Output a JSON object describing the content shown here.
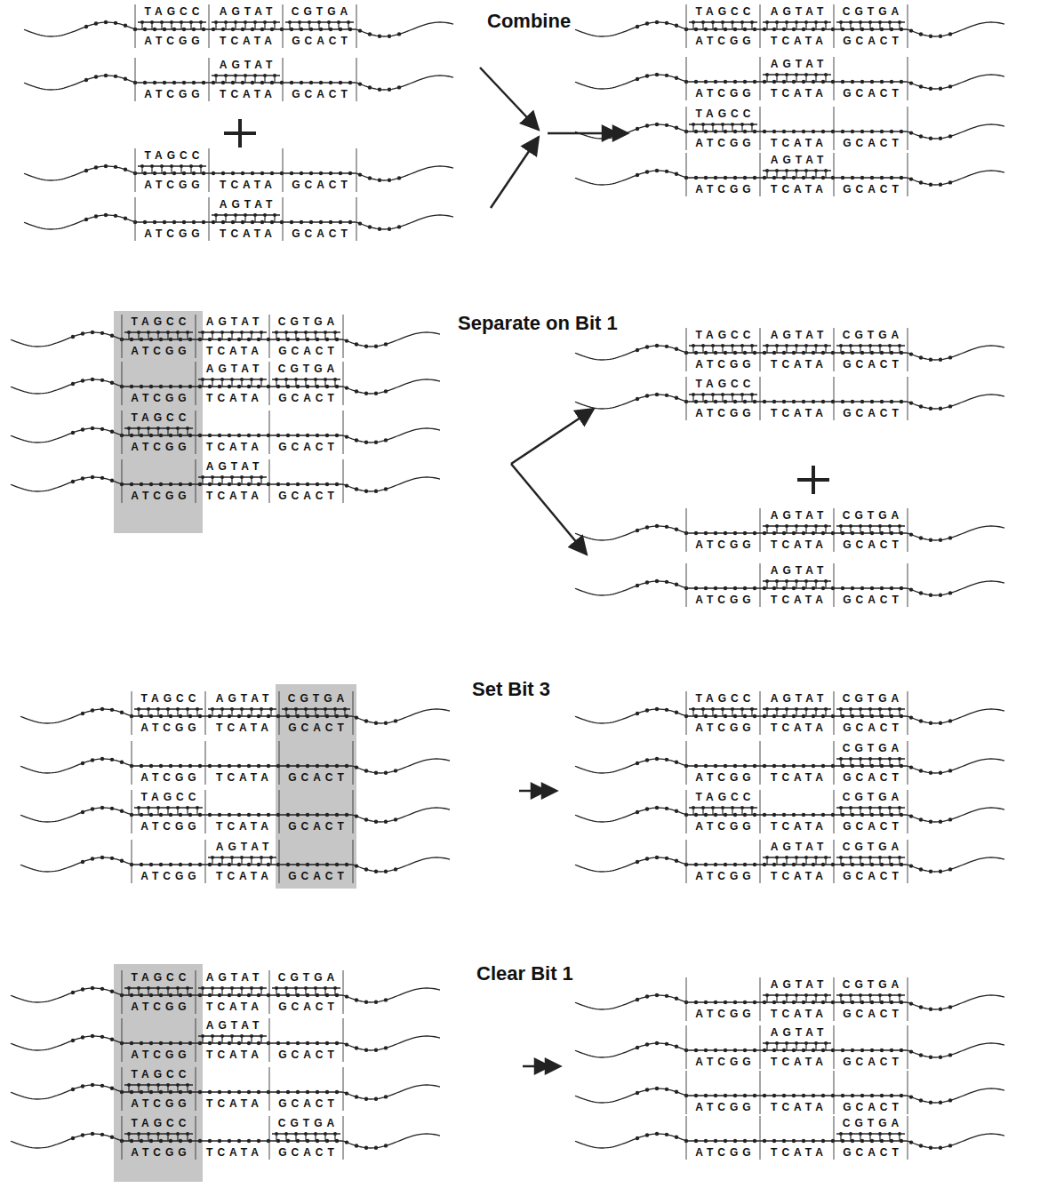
{
  "diagram": {
    "labels": [
      "Combine",
      "TAGCC",
      "AGTAT",
      "CGTGA",
      "ATCGG",
      "TCATA",
      "GCACT",
      "AGTAT",
      "ATCGG",
      "TCATA",
      "GCACT",
      "TAGCC",
      "ATCGG",
      "TCATA",
      "GCACT",
      "AGTAT",
      "ATCGG",
      "TCATA",
      "GCACT",
      "TAGCC",
      "AGTAT",
      "CGTGA",
      "ATCGG",
      "TCATA",
      "GCACT",
      "AGTAT",
      "ATCGG",
      "TCATA",
      "GCACT",
      "TAGCC",
      "ATCGG",
      "TCATA",
      "GCACT",
      "AGTAT",
      "ATCGG",
      "TCATA",
      "GCACT",
      "Separate on Bit 1",
      "TAGCC",
      "AGTAT",
      "CGTGA",
      "ATCGG",
      "TCATA",
      "GCACT",
      "AGTAT",
      "CGTGA",
      "ATCGG",
      "TCATA",
      "GCACT",
      "TAGCC",
      "ATCGG",
      "TCATA",
      "GCACT",
      "AGTAT",
      "ATCGG",
      "TCATA",
      "GCACT",
      "TAGCC",
      "AGTAT",
      "CGTGA",
      "ATCGG",
      "TCATA",
      "GCACT",
      "TAGCC",
      "ATCGG",
      "TCATA",
      "GCACT",
      "AGTAT",
      "CGTGA",
      "ATCGG",
      "TCATA",
      "GCACT",
      "AGTAT",
      "ATCGG",
      "TCATA",
      "GCACT",
      "Set Bit 3",
      "TAGCC",
      "AGTAT",
      "CGTGA",
      "ATCGG",
      "TCATA",
      "GCACT",
      "ATCGG",
      "TCATA",
      "GCACT",
      "TAGCC",
      "ATCGG",
      "TCATA",
      "GCACT",
      "AGTAT",
      "ATCGG",
      "TCATA",
      "GCACT",
      "TAGCC",
      "AGTAT",
      "CGTGA",
      "ATCGG",
      "TCATA",
      "GCACT",
      "CGTGA",
      "ATCGG",
      "TCATA",
      "GCACT",
      "TAGCC",
      "CGTGA",
      "ATCGG",
      "TCATA",
      "GCACT",
      "AGTAT",
      "CGTGA",
      "ATCGG",
      "TCATA",
      "GCACT",
      "Clear Bit 1",
      "TAGCC",
      "AGTAT",
      "CGTGA",
      "ATCGG",
      "TCATA",
      "GCACT",
      "AGTAT",
      "ATCGG",
      "TCATA",
      "GCACT",
      "TAGCC",
      "ATCGG",
      "TCATA",
      "GCACT",
      "TAGCC",
      "CGTGA",
      "ATCGG",
      "TCATA",
      "GCACT",
      "AGTAT",
      "CGTGA",
      "ATCGG",
      "TCATA",
      "GCACT",
      "AGTAT",
      "ATCGG",
      "TCATA",
      "GCACT",
      "ATCGG",
      "TCATA",
      "GCACT",
      "CGTGA",
      "ATCGG",
      "TCATA",
      "GCACT"
    ]
  }
}
